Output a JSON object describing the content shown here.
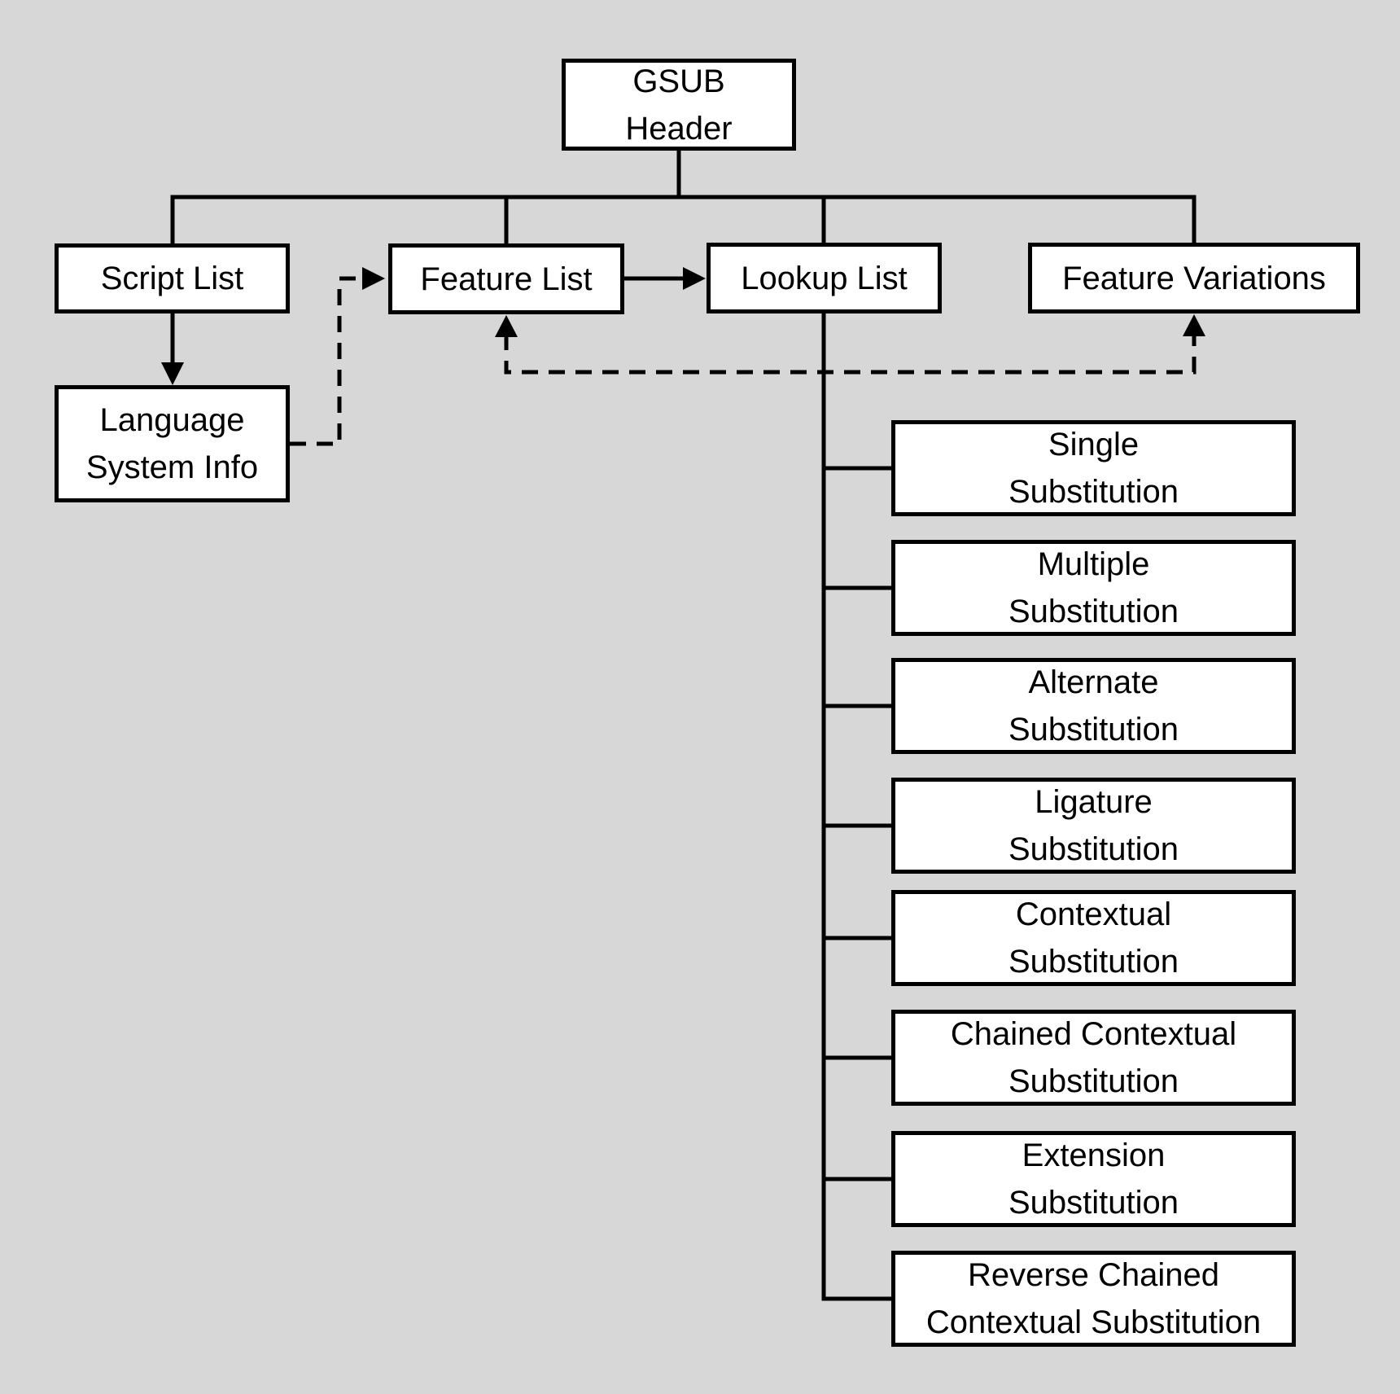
{
  "diagram": {
    "colors": {
      "background": "#d7d7d7",
      "box": "#ffffff",
      "line": "#000000",
      "text": "#000000"
    }
  },
  "nodes": {
    "gsub_header": {
      "line1": "GSUB",
      "line2": "Header"
    },
    "script_list": {
      "label": "Script List"
    },
    "feature_list": {
      "label": "Feature List"
    },
    "lookup_list": {
      "label": "Lookup List"
    },
    "feature_variations": {
      "label": "Feature Variations"
    },
    "language_system_info": {
      "line1": "Language",
      "line2": "System Info"
    },
    "lookup_types": [
      {
        "line1": "Single",
        "line2": "Substitution"
      },
      {
        "line1": "Multiple",
        "line2": "Substitution"
      },
      {
        "line1": "Alternate",
        "line2": "Substitution"
      },
      {
        "line1": "Ligature",
        "line2": "Substitution"
      },
      {
        "line1": "Contextual",
        "line2": "Substitution"
      },
      {
        "line1": "Chained Contextual",
        "line2": "Substitution"
      },
      {
        "line1": "Extension",
        "line2": "Substitution"
      },
      {
        "line1": "Reverse Chained",
        "line2": "Contextual Substitution"
      }
    ]
  }
}
